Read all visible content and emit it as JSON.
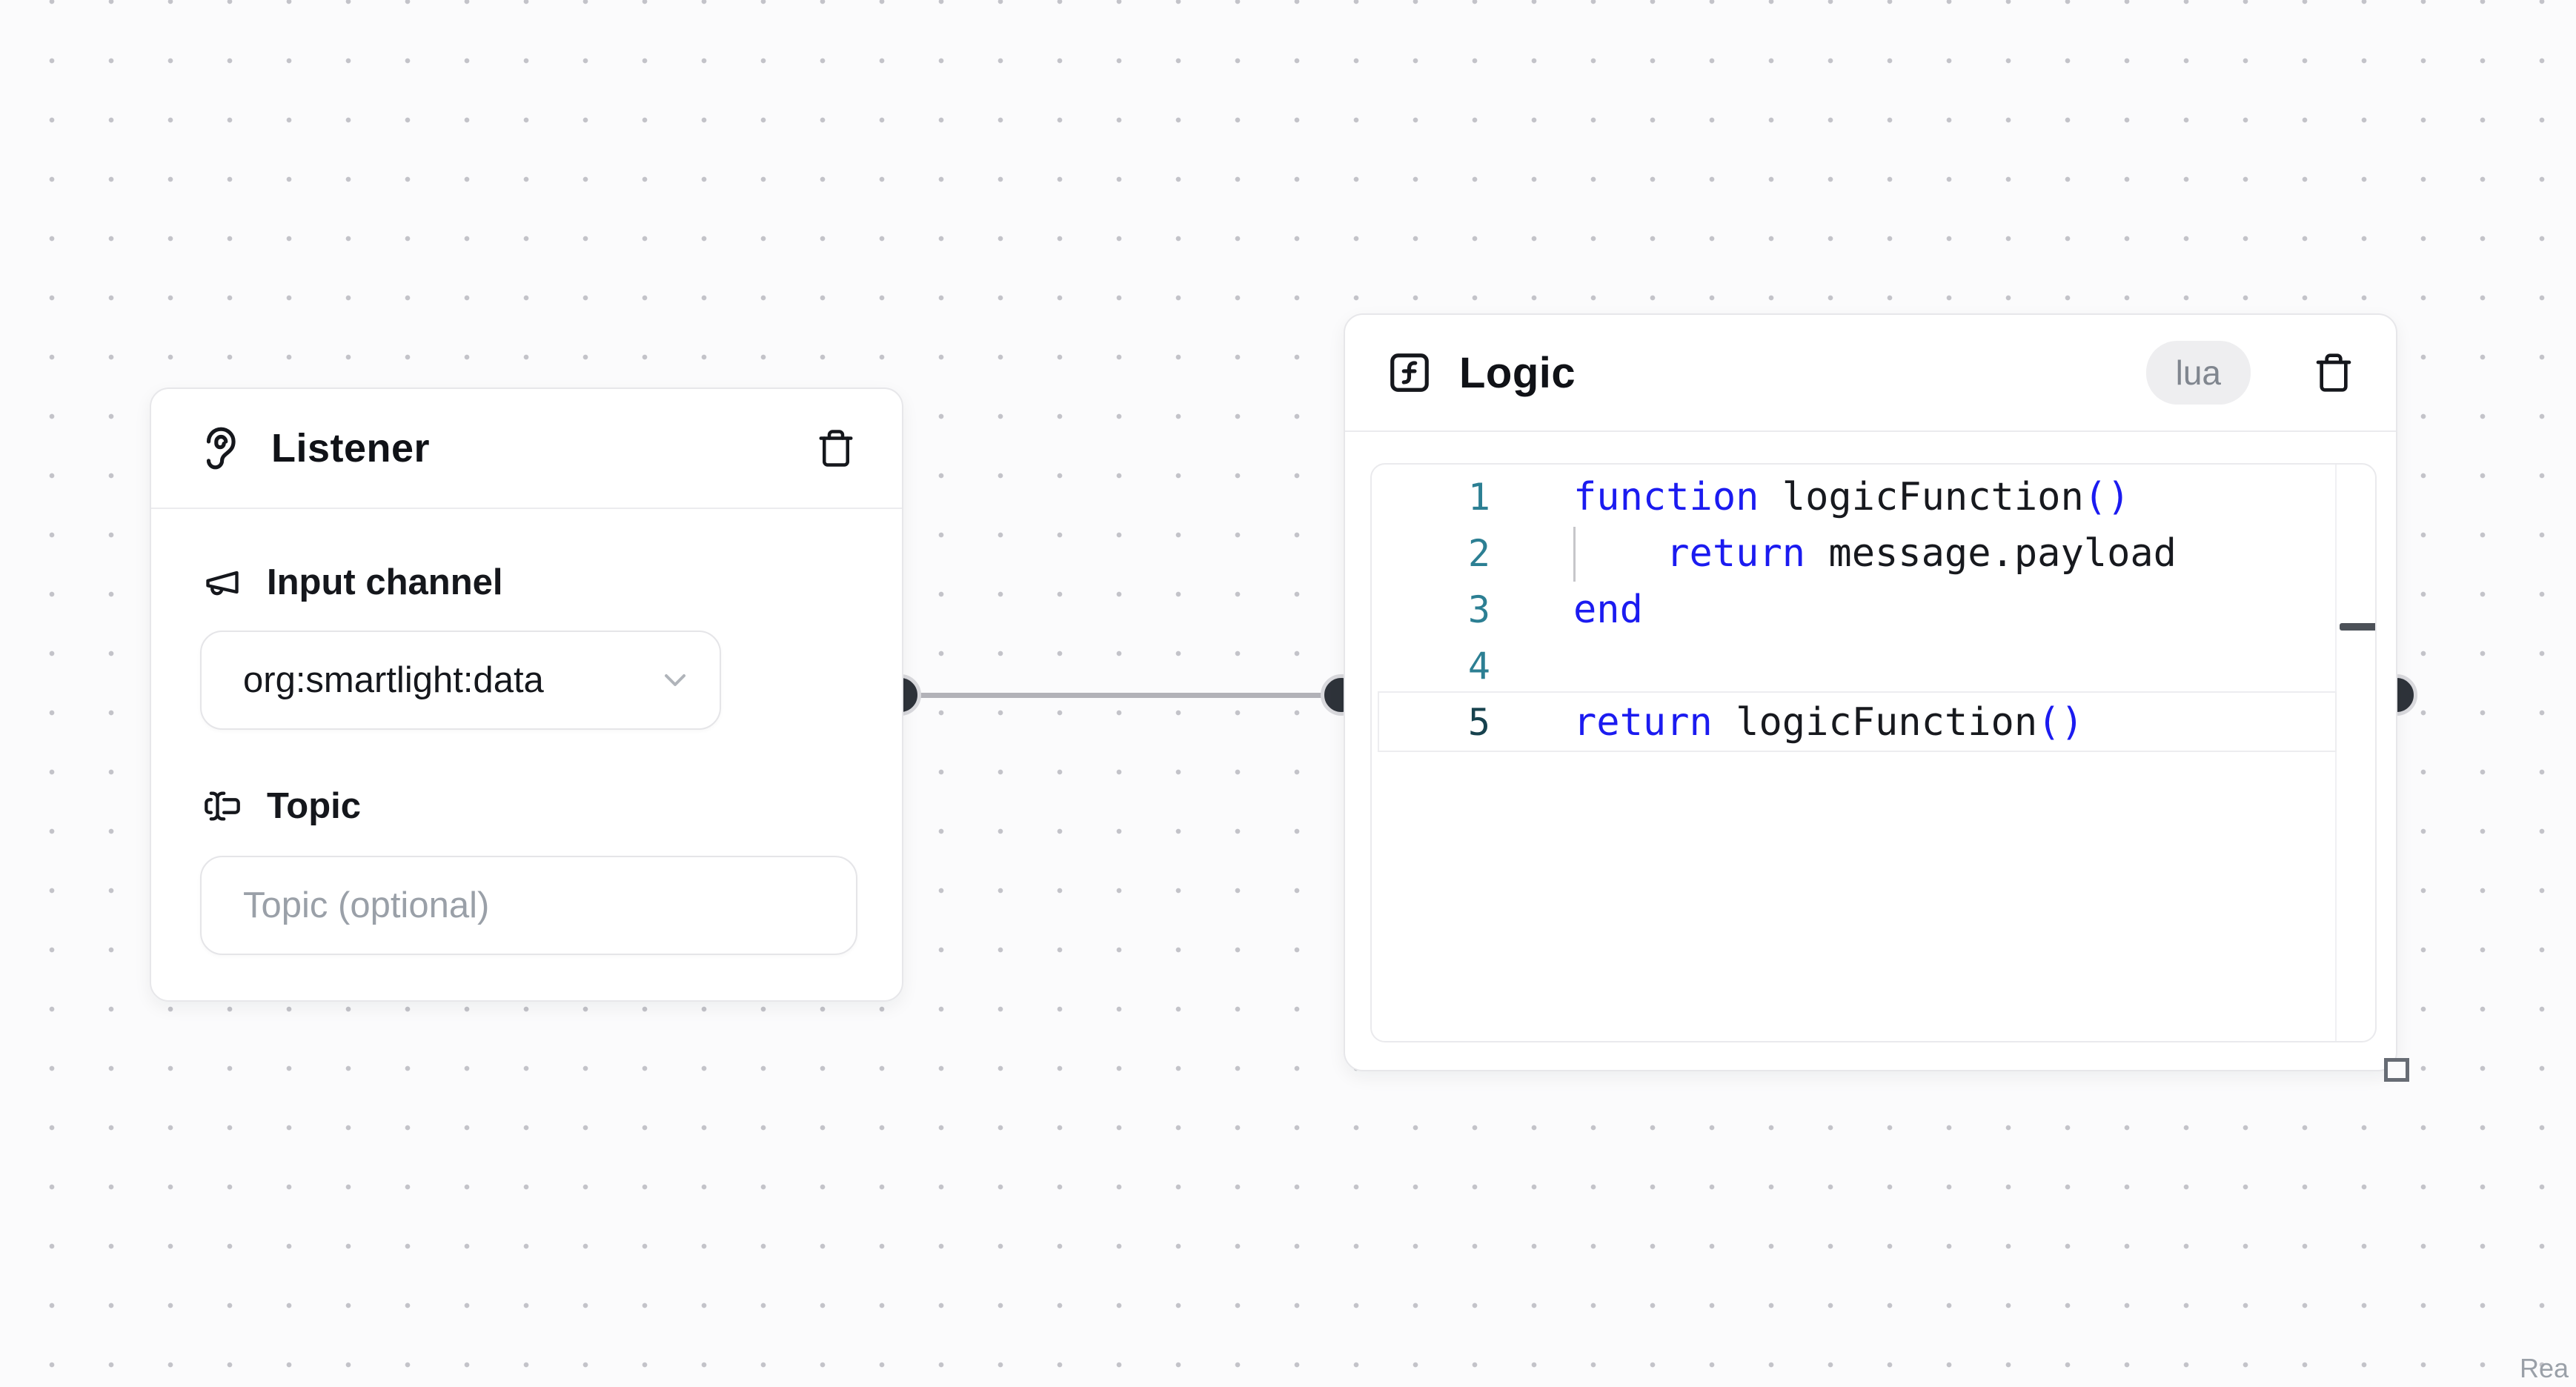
{
  "listener_node": {
    "title": "Listener",
    "fields": {
      "input_channel": {
        "label": "Input channel",
        "value": "org:smartlight:data"
      },
      "topic": {
        "label": "Topic",
        "placeholder": "Topic (optional)"
      }
    }
  },
  "logic_node": {
    "title": "Logic",
    "language_badge": "lua",
    "editor": {
      "colors": {
        "keyword": "#1b1bf0",
        "plain": "#17191e",
        "line_number": "#2c7f93",
        "line_number_active": "#17424e"
      },
      "lines": [
        {
          "number": "1",
          "active": false,
          "tokens": [
            {
              "type": "keyword",
              "text": "function"
            },
            {
              "type": "plain",
              "text": " logicFunction"
            },
            {
              "type": "keyword",
              "text": "()"
            }
          ]
        },
        {
          "number": "2",
          "active": false,
          "tokens": [
            {
              "type": "plain",
              "text": "    "
            },
            {
              "type": "keyword",
              "text": "return"
            },
            {
              "type": "plain",
              "text": " message.payload"
            }
          ]
        },
        {
          "number": "3",
          "active": false,
          "tokens": [
            {
              "type": "keyword",
              "text": "end"
            }
          ]
        },
        {
          "number": "4",
          "active": false,
          "tokens": []
        },
        {
          "number": "5",
          "active": true,
          "tokens": [
            {
              "type": "keyword",
              "text": "return"
            },
            {
              "type": "plain",
              "text": " logicFunction"
            },
            {
              "type": "keyword",
              "text": "()"
            }
          ]
        }
      ]
    }
  },
  "edge": {
    "color": "#b2b2b8",
    "handle_color": "#2e333a"
  },
  "attribution": "Rea"
}
